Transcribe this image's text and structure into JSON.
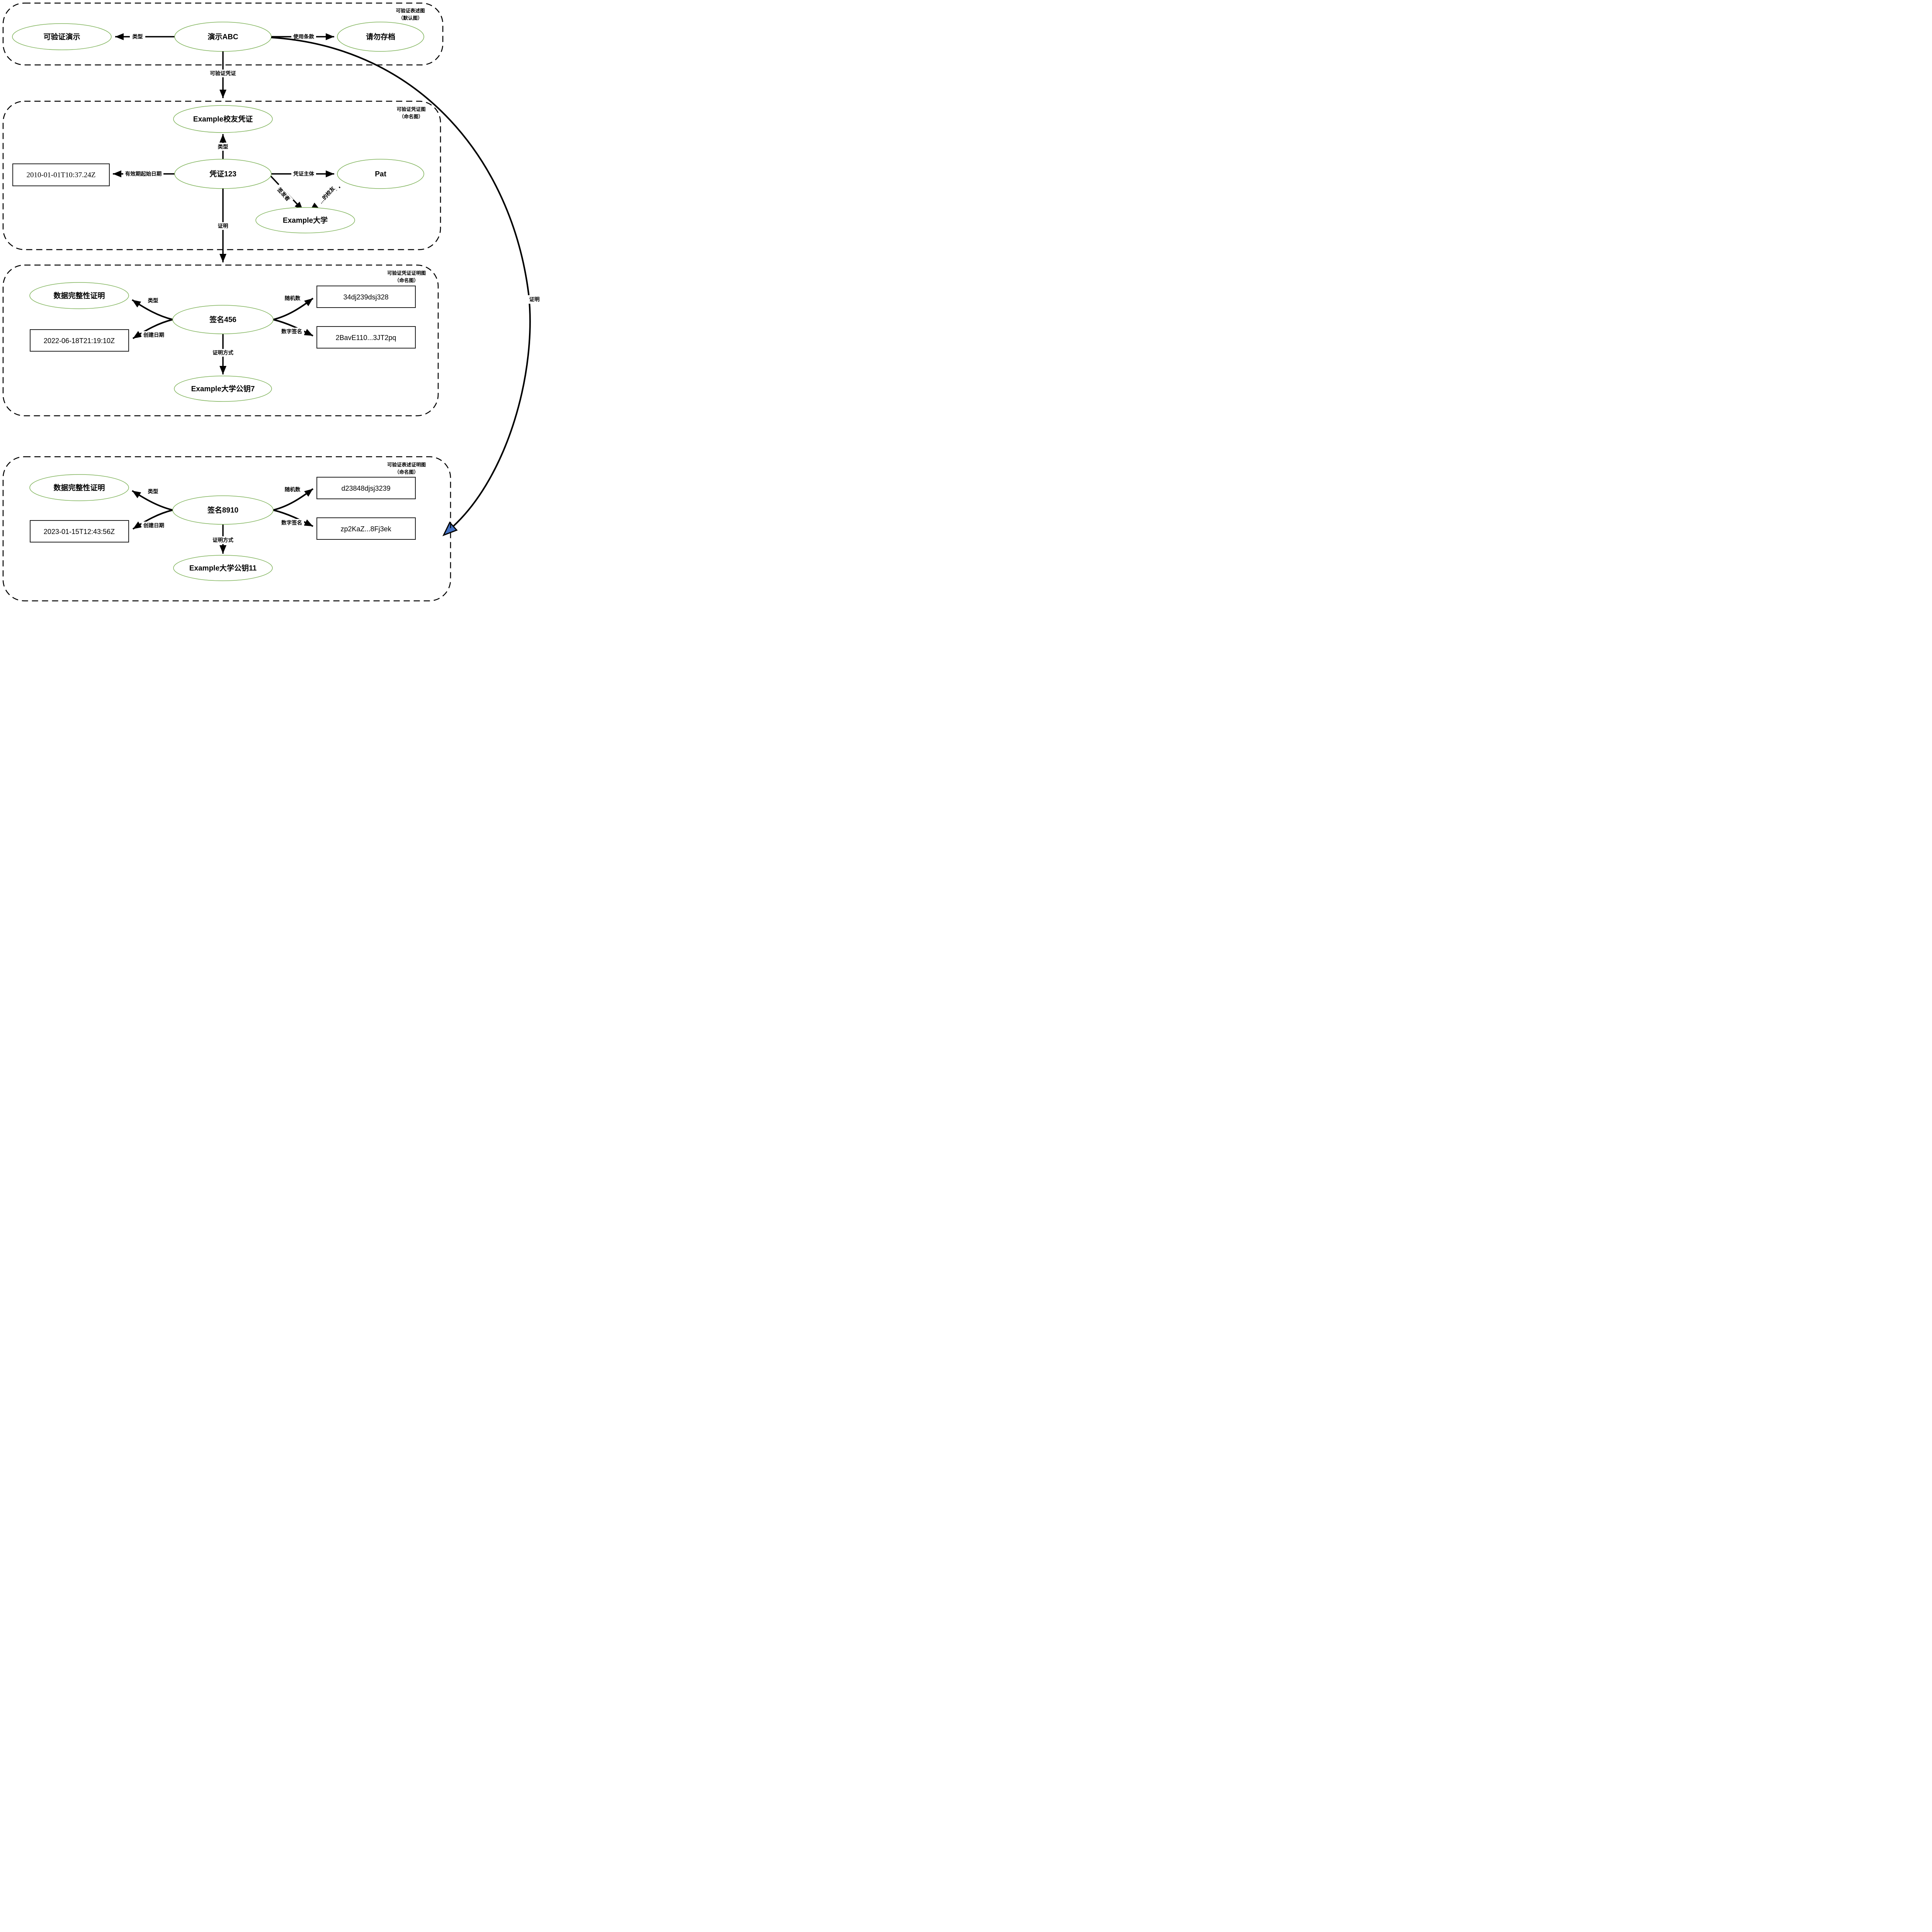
{
  "colors": {
    "background": "#ffffff",
    "container_border": "#000000",
    "node_stroke": "#7FB35A",
    "edge": "#000000",
    "text": "#000000",
    "proof_arrowhead_fill": "#4472C4"
  },
  "containers": [
    {
      "title": "可验证表述图",
      "subtitle": "（默认图）"
    },
    {
      "title": "可验证凭证图",
      "subtitle": "（命名图）"
    },
    {
      "title": "可验证凭证证明图",
      "subtitle": "（命名图）"
    },
    {
      "title": "可验证表述证明图",
      "subtitle": "（命名图）"
    }
  ],
  "nodes": {
    "verifiable_presentation": "可验证演示",
    "presentation_abc": "演示ABC",
    "do_not_archive": "请勿存档",
    "alumni_credential": "Example校友凭证",
    "credential_123": "凭证123",
    "pat": "Pat",
    "example_university": "Example大学",
    "integrity_proof_1": "数据完整性证明",
    "signature_456": "签名456",
    "pubkey_7": "Example大学公钥7",
    "integrity_proof_2": "数据完整性证明",
    "signature_8910": "签名8910",
    "pubkey_11": "Example大学公钥11"
  },
  "values": {
    "valid_from_date": "2010-01-01T10:37.24Z",
    "created_date_1": "2022-06-18T21:19:10Z",
    "nonce_1": "34dj239dsj328",
    "signature_value_1": "2BavE110...3JT2pq",
    "created_date_2": "2023-01-15T12:43:56Z",
    "nonce_2": "d23848djsj3239",
    "signature_value_2": "zp2KaZ...8Fj3ek"
  },
  "edges": {
    "type_presentation": "类型",
    "terms_of_use": "使用条款",
    "verifiable_credential": "可验证凭证",
    "type_credential": "类型",
    "valid_from": "有效期起始日期",
    "credential_subject": "凭证主体",
    "issuer": "签发者",
    "alumni_of": "…的校友",
    "proof_credential": "证明",
    "type_proof_1": "类型",
    "created_1": "创建日期",
    "nonce_1": "随机数",
    "digital_signature_1": "数字签名",
    "proof_method_1": "证明方式",
    "type_proof_2": "类型",
    "created_2": "创建日期",
    "nonce_2": "随机数",
    "digital_signature_2": "数字签名",
    "proof_method_2": "证明方式",
    "proof_presentation": "证明"
  }
}
